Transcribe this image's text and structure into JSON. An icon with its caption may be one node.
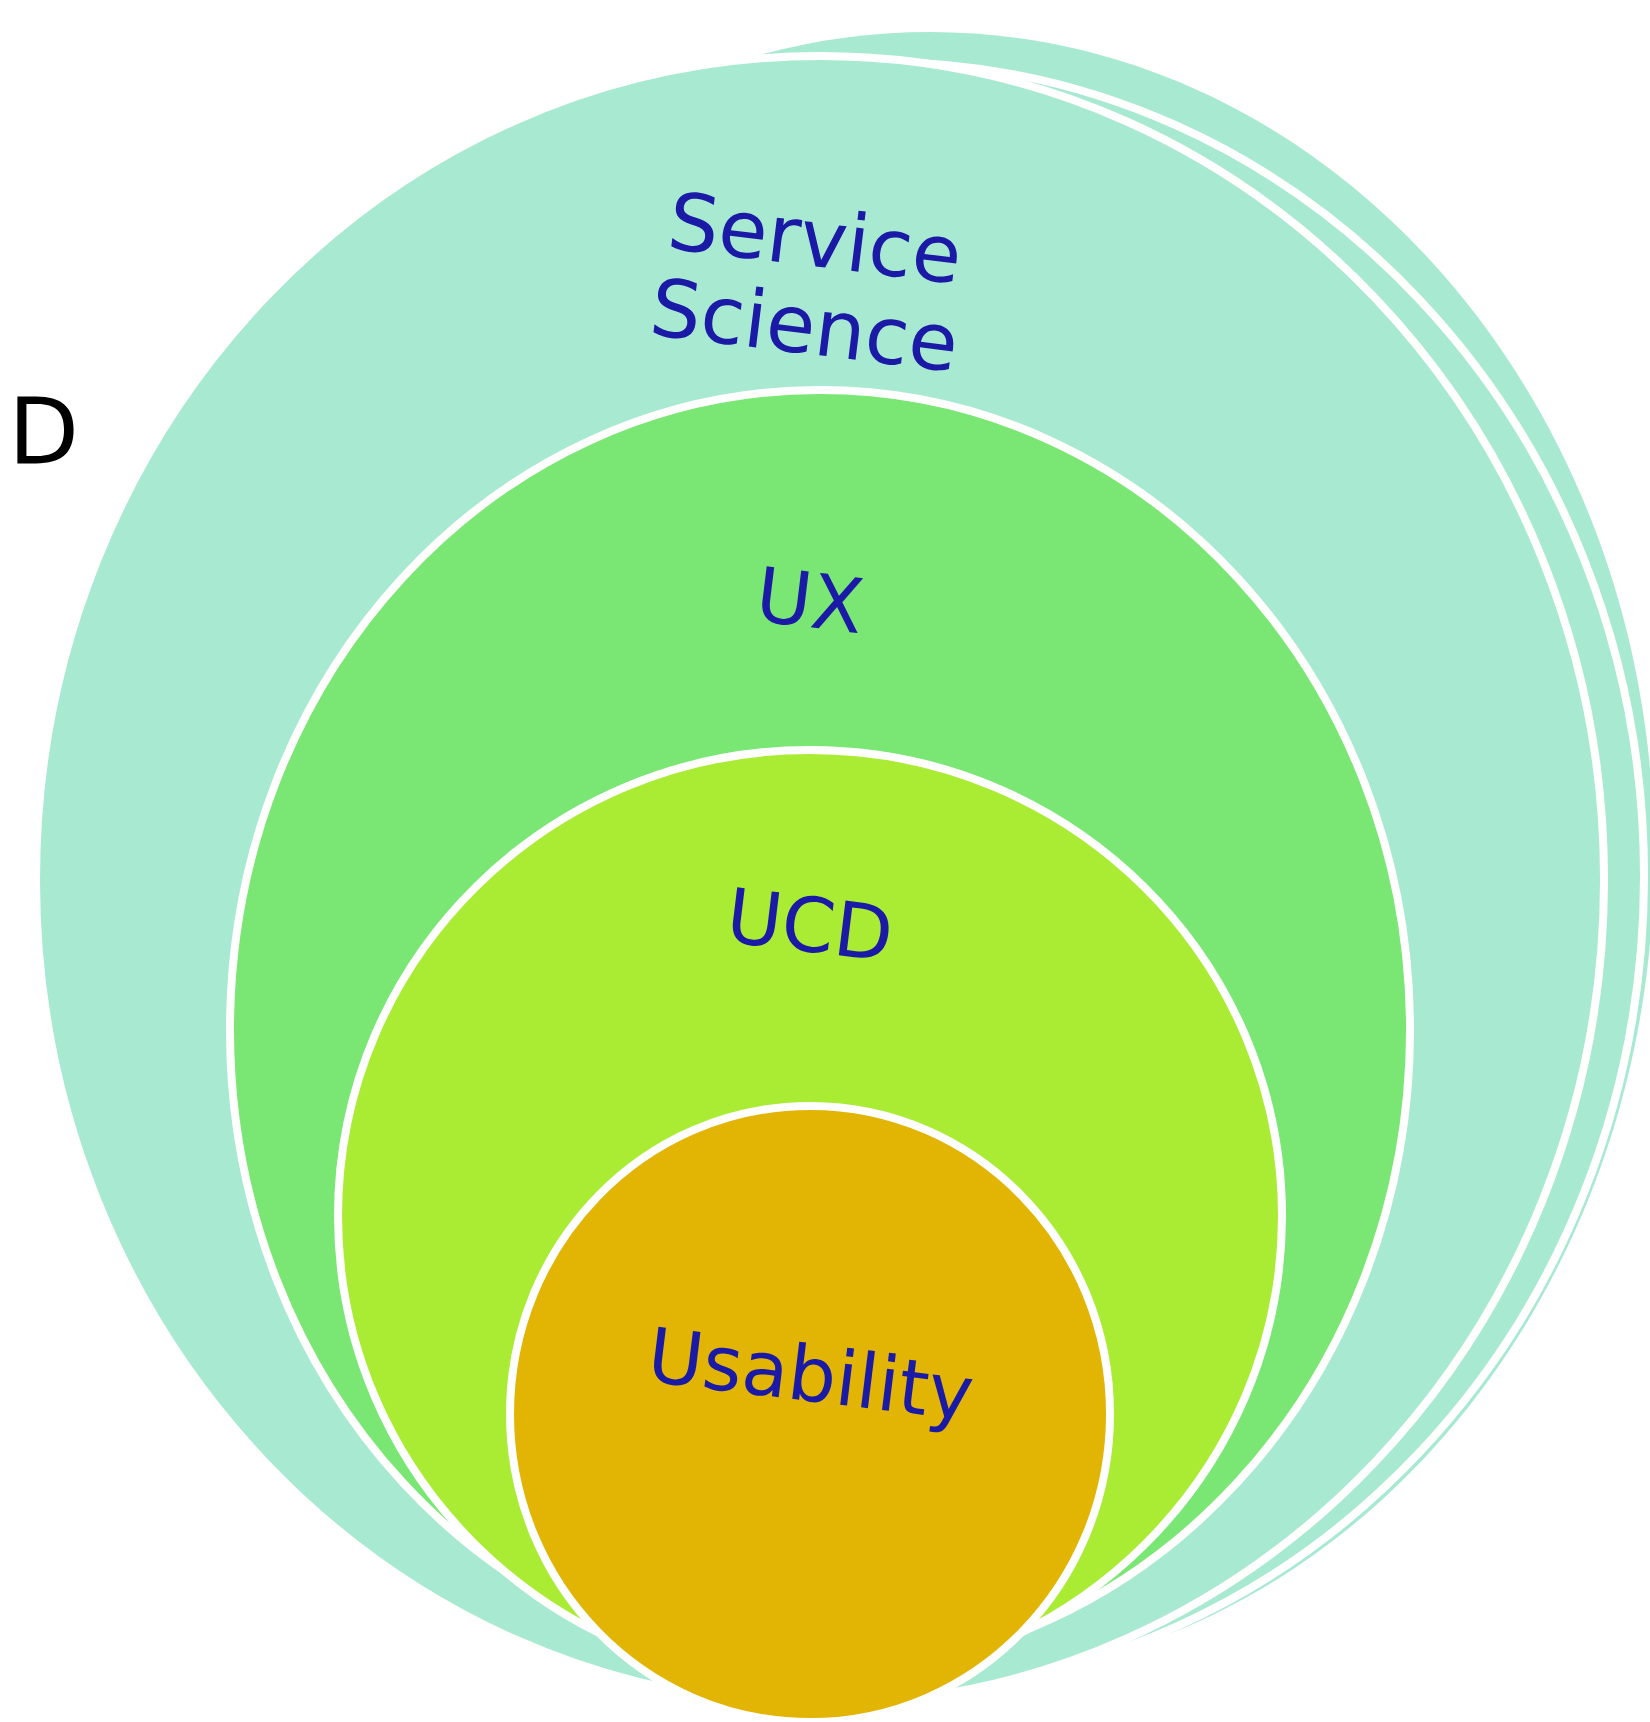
{
  "diagram": {
    "nodes": [
      {
        "text": [
          "Service Science"
        ]
      },
      {
        "text": [
          "UX"
        ],
        "in": 0
      },
      {
        "text": [
          "UCD"
        ],
        "in": 1
      },
      {
        "text": [
          "Usability"
        ],
        "in": 2
      }
    ],
    "labels": [
      "D"
    ]
  }
}
